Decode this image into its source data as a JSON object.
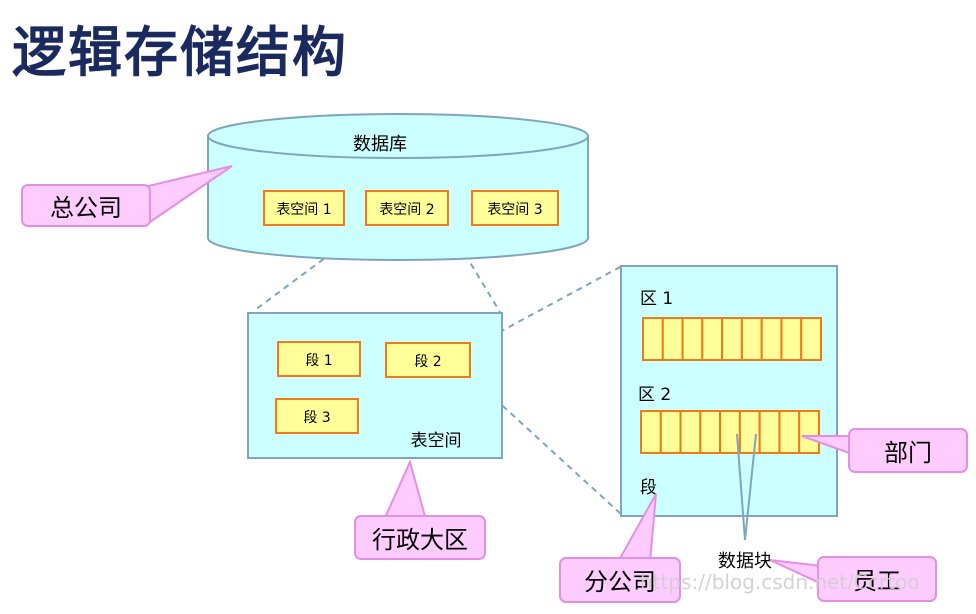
{
  "title": "逻辑存储结构",
  "database": {
    "label": "数据库",
    "tablespaces": [
      "表空间 1",
      "表空间 2",
      "表空间 3"
    ]
  },
  "tablespace_box": {
    "label": "表空间",
    "segments": [
      "段 1",
      "段 2",
      "段 3"
    ]
  },
  "segment_box": {
    "label": "段",
    "extents": [
      {
        "label": "区 1",
        "blocks": 9
      },
      {
        "label": "区 2",
        "blocks": 9
      }
    ],
    "block_label": "数据块"
  },
  "callouts": {
    "company": "总公司",
    "region": "行政大区",
    "branch": "分公司",
    "department": "部门",
    "employee": "员工"
  },
  "watermark": "https://blog.csdn.net/Ccrtoo",
  "colors": {
    "title": "#1b2a5e",
    "container_fill": "#ccffff",
    "container_stroke": "#7fa4bf",
    "item_fill": "#ffff99",
    "item_stroke": "#f07a1a",
    "callout_fill": "#ffccff",
    "callout_stroke": "#e38fe3",
    "connector": "#7fa4bf"
  }
}
